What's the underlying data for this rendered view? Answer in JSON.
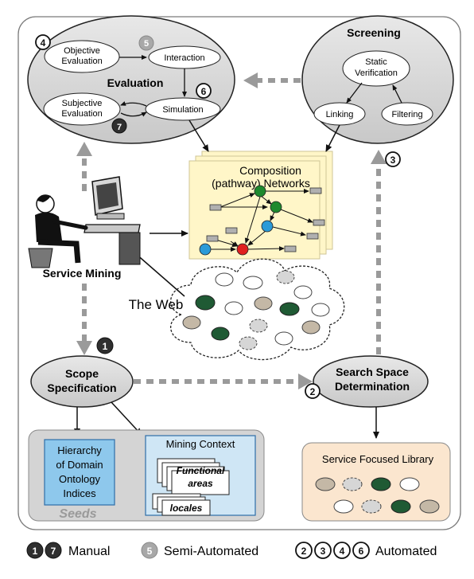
{
  "nodes": {
    "evaluation": "Evaluation",
    "objective_evaluation_1": "Objective",
    "objective_evaluation_2": "Evaluation",
    "subjective_evaluation_1": "Subjective",
    "subjective_evaluation_2": "Evaluation",
    "interaction": "Interaction",
    "simulation": "Simulation",
    "screening": "Screening",
    "static_verification_1": "Static",
    "static_verification_2": "Verification",
    "linking": "Linking",
    "filtering": "Filtering",
    "composition_1": "Composition",
    "composition_2": "(pathway) Networks",
    "service_mining": "Service Mining",
    "the_web": "The Web",
    "scope_spec_1": "Scope",
    "scope_spec_2": "Specification",
    "search_space_1": "Search Space",
    "search_space_2": "Determination",
    "hierarchy_1": "Hierarchy",
    "hierarchy_2": "of Domain",
    "hierarchy_3": "Ontology",
    "hierarchy_4": "Indices",
    "seeds": "Seeds",
    "mining_context": "Mining Context",
    "functional_1": "Functional",
    "functional_2": "areas",
    "locales": "locales",
    "service_library": "Service Focused Library"
  },
  "badges": {
    "b1": "1",
    "b2": "2",
    "b3": "3",
    "b4": "4",
    "b5": "5",
    "b6": "6",
    "b7": "7"
  },
  "legend": {
    "manual": "Manual",
    "semi_automated": "Semi-Automated",
    "automated": "Automated",
    "manual_nums": [
      "1",
      "7"
    ],
    "semi_nums": [
      "5"
    ],
    "auto_nums": [
      "2",
      "3",
      "4",
      "6"
    ]
  },
  "colors": {
    "manual_badge": "#2f2f2f",
    "semi_badge": "#a8a8a8",
    "auto_badge": "#ffffff",
    "process_fill": "#d9d9d9",
    "composition_fill": "#fff6c8",
    "seeds_fill": "#d4d4d4",
    "hierarchy_fill": "#8ec8ec",
    "mining_fill": "#cfe6f5",
    "library_fill": "#fbe6cf",
    "dashed_arrow": "#9a9a9a",
    "node_green": "#1e8a2e",
    "node_blue": "#2a9ad8",
    "node_red": "#e02020",
    "web_dark_green": "#1f5a34",
    "web_tan": "#c4b8a6"
  }
}
